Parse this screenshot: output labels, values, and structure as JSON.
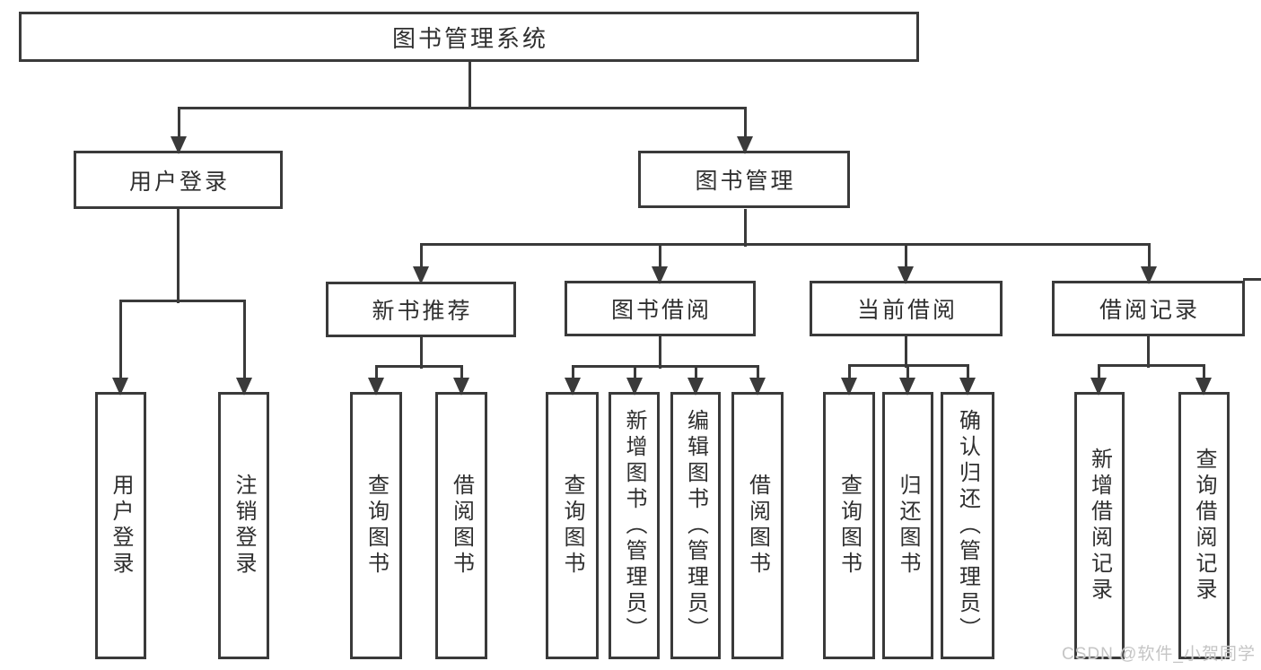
{
  "diagram": {
    "title": "图书管理系统",
    "watermark": "CSDN @软件_小贺同学",
    "colors": {
      "line": "#3a3a3a",
      "text": "#2f2f2f",
      "background": "#ffffff",
      "watermark": "#c5c5c5"
    },
    "nodes": [
      {
        "id": "system-root",
        "label": "图书管理系统",
        "parent": null
      },
      {
        "id": "user-login",
        "label": "用户登录",
        "parent": "system-root"
      },
      {
        "id": "book-management",
        "label": "图书管理",
        "parent": "system-root"
      },
      {
        "id": "user-login-op",
        "label": "用户登录",
        "parent": "user-login"
      },
      {
        "id": "logout-op",
        "label": "注销登录",
        "parent": "user-login"
      },
      {
        "id": "new-book-recommend",
        "label": "新书推荐",
        "parent": "book-management"
      },
      {
        "id": "book-borrowing",
        "label": "图书借阅",
        "parent": "book-management"
      },
      {
        "id": "current-borrowing",
        "label": "当前借阅",
        "parent": "book-management"
      },
      {
        "id": "borrowing-records",
        "label": "借阅记录",
        "parent": "book-management"
      },
      {
        "id": "recommend-query-books",
        "label": "查询图书",
        "parent": "new-book-recommend"
      },
      {
        "id": "recommend-borrow-books",
        "label": "借阅图书",
        "parent": "new-book-recommend"
      },
      {
        "id": "borrowing-query-books",
        "label": "查询图书",
        "parent": "book-borrowing"
      },
      {
        "id": "borrowing-add-books",
        "label": "新增图书（管理员）",
        "parent": "book-borrowing"
      },
      {
        "id": "borrowing-edit-books",
        "label": "编辑图书（管理员）",
        "parent": "book-borrowing"
      },
      {
        "id": "borrowing-borrow-books",
        "label": "借阅图书",
        "parent": "book-borrowing"
      },
      {
        "id": "current-query-books",
        "label": "查询图书",
        "parent": "current-borrowing"
      },
      {
        "id": "current-return-books",
        "label": "归还图书",
        "parent": "current-borrowing"
      },
      {
        "id": "current-confirm-return",
        "label": "确认归还（管理员）",
        "parent": "current-borrowing"
      },
      {
        "id": "records-add-borrow",
        "label": "新增借阅记录",
        "parent": "borrowing-records"
      },
      {
        "id": "records-query-borrow",
        "label": "查询借阅记录",
        "parent": "borrowing-records"
      }
    ]
  }
}
